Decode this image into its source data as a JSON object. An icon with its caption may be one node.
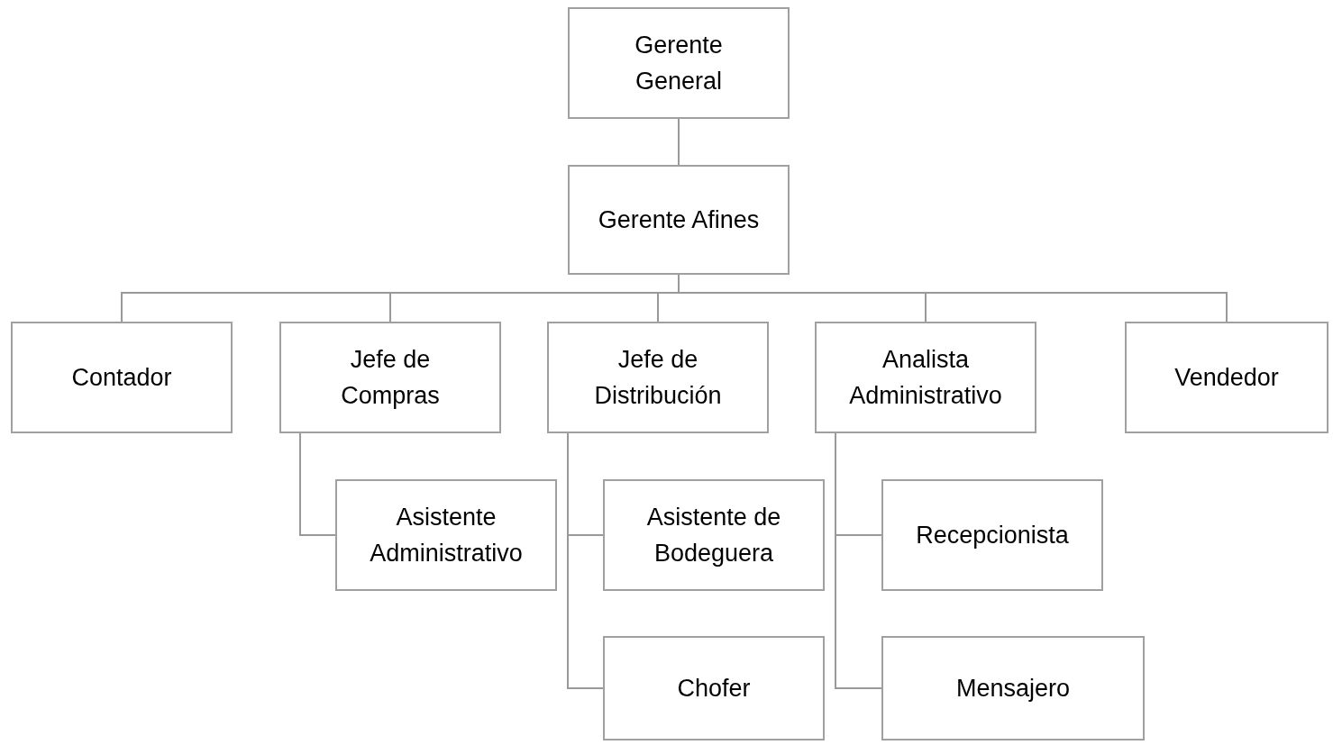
{
  "diagram": {
    "nodes": [
      {
        "text": [
          "Gerente General"
        ]
      },
      {
        "text": [
          "Gerente Afines"
        ]
      },
      {
        "text": [
          "Contador"
        ]
      },
      {
        "text": [
          "Jefe de Compras"
        ]
      },
      {
        "text": [
          "Jefe de Distribución"
        ]
      },
      {
        "text": [
          "Analista Administrativo"
        ]
      },
      {
        "text": [
          "Vendedor"
        ]
      },
      {
        "text": [
          "Asistente Administrativo"
        ]
      },
      {
        "text": [
          "Asistente de Bodeguera"
        ]
      },
      {
        "text": [
          "Chofer"
        ]
      },
      {
        "text": [
          "Recepcionista"
        ]
      },
      {
        "text": [
          "Mensajero"
        ]
      }
    ],
    "edges": [
      {
        "from": 0,
        "to": 1,
        "arrow": "none"
      },
      {
        "from": 1,
        "to": 2,
        "arrow": "none"
      },
      {
        "from": 1,
        "to": 3,
        "arrow": "none"
      },
      {
        "from": 1,
        "to": 4,
        "arrow": "none"
      },
      {
        "from": 1,
        "to": 5,
        "arrow": "none"
      },
      {
        "from": 1,
        "to": 6,
        "arrow": "none"
      },
      {
        "from": 3,
        "to": 7,
        "arrow": "none"
      },
      {
        "from": 4,
        "to": 8,
        "arrow": "none"
      },
      {
        "from": 4,
        "to": 9,
        "arrow": "none"
      },
      {
        "from": 5,
        "to": 10,
        "arrow": "none"
      },
      {
        "from": 5,
        "to": 11,
        "arrow": "none"
      }
    ]
  }
}
